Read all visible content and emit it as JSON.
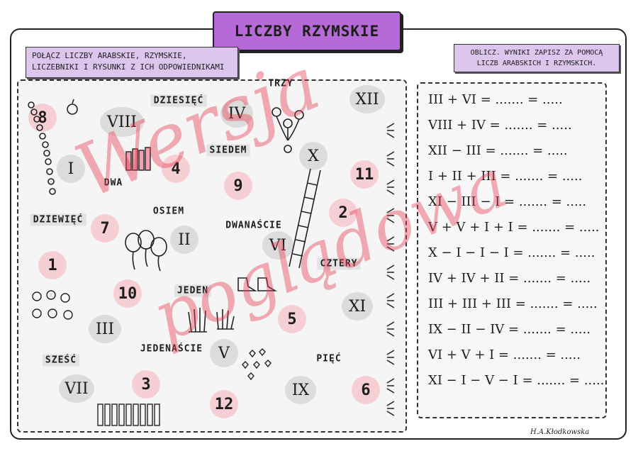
{
  "title": "LICZBY RZYMSKIE",
  "instructions": {
    "left": "Połącz liczby arabskie, rzymskie, liczebniki i rysunki z ich odpowiednikami",
    "right": "Oblicz. Wyniki zapisz za pomocą liczb arabskich i rzymskich."
  },
  "watermark": {
    "line1": "Wersja",
    "line2": "poglądowa"
  },
  "signature": "H.A.Kłodkowska",
  "arabic_numbers": [
    "8",
    "4",
    "9",
    "11",
    "7",
    "2",
    "1",
    "10",
    "5",
    "3",
    "12",
    "6"
  ],
  "roman_numbers": [
    "XII",
    "VIII",
    "IV",
    "X",
    "I",
    "II",
    "VI",
    "XI",
    "III",
    "V",
    "IX",
    "VII"
  ],
  "number_words": [
    "DZIESIĘĆ",
    "TRZY",
    "SIEDEM",
    "DWA",
    "OSIEM",
    "DZIEWIĘĆ",
    "DWANAŚCIE",
    "CZTERY",
    "JEDEN",
    "JEDENAŚCIE",
    "PIĘĆ",
    "SZEŚĆ"
  ],
  "equations": [
    "III + VI = ....... = .....",
    "VIII + IV = ....... = .....",
    "XII − III = ....... = .....",
    "I + II + III = ....... = .....",
    "XI − III − I = ....... = .....",
    "V + V + I + I = ....... = .....",
    "X − I − I − I = ....... = .....",
    "IV + IV + II = ....... = .....",
    "III + III + III = ....... = .....",
    "IX − II − IV = ....... = .....",
    "VI + V + I = ....... = .....",
    "XI − I − V − I = ....... = ....."
  ],
  "colors": {
    "title_bg": "#b66ad7",
    "instr_bg": "#ddc6ee",
    "pink_blob": "#f6cfd5",
    "grey_blob": "#dcdcdc",
    "watermark": "#e83c50"
  }
}
